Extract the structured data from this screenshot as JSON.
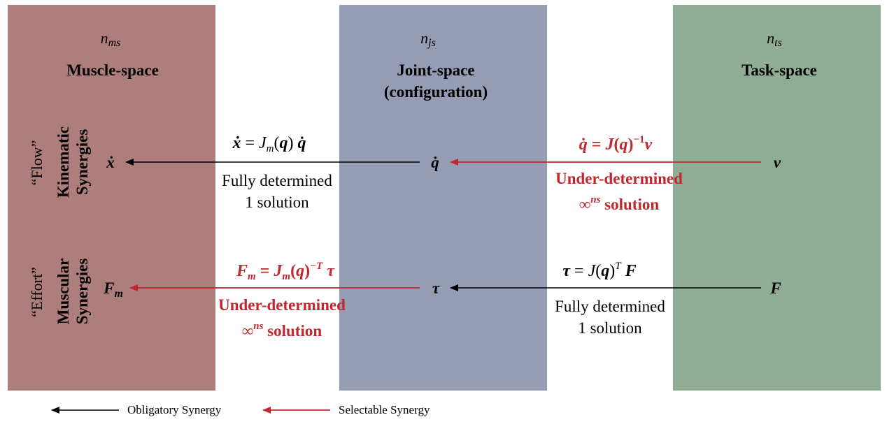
{
  "columns": {
    "muscle": {
      "dim_base": "n",
      "dim_sub": "ms",
      "heading": "Muscle-space"
    },
    "joint": {
      "dim_base": "n",
      "dim_sub": "js",
      "heading_line1": "Joint-space",
      "heading_line2": "(configuration)"
    },
    "task": {
      "dim_base": "n",
      "dim_sub": "ts",
      "heading": "Task-space"
    }
  },
  "rows": {
    "kinematic": {
      "side_quote": "“Flow”",
      "side_label_1": "Kinematic",
      "side_label_2": "Synergies",
      "muscle_symbol": "ẋ",
      "joint_symbol": "q̇",
      "task_symbol": "v",
      "left_eq_lhs": "ẋ",
      "left_eq_mid": " = ",
      "left_eq_J": "J",
      "left_eq_Jsub": "m",
      "left_eq_rest": "(",
      "left_eq_q": "q",
      "left_eq_close": ") ",
      "left_eq_qdot": "q̇",
      "left_desc_1": "Fully determined",
      "left_desc_2": "1 solution",
      "right_eq_lhs": "q̇",
      "right_eq_mid": " = ",
      "right_eq_J": "J",
      "right_eq_open": "(",
      "right_eq_q": "q",
      "right_eq_close": ")",
      "right_eq_sup": "−1",
      "right_eq_v": "v",
      "right_desc_1": "Under-determined",
      "right_desc_inf": "∞",
      "right_desc_sup": "ns",
      "right_desc_rest": " solution"
    },
    "muscular": {
      "side_quote": "“Effort”",
      "side_label_1": "Muscular",
      "side_label_2": "Synergies",
      "muscle_symbol_base": "F",
      "muscle_symbol_sub": "m",
      "joint_symbol": "τ",
      "task_symbol": "F",
      "left_eq_F": "F",
      "left_eq_Fsub": "m",
      "left_eq_mid": " = ",
      "left_eq_J": "J",
      "left_eq_Jsub": "m",
      "left_eq_open": "(",
      "left_eq_q": "q",
      "left_eq_close": ")",
      "left_eq_sup": "−T",
      "left_eq_tau": "τ",
      "left_desc_1": "Under-determined",
      "left_desc_inf": "∞",
      "left_desc_sup": "ns",
      "left_desc_rest": " solution",
      "right_eq_tau": "τ",
      "right_eq_mid": " = ",
      "right_eq_J": "J",
      "right_eq_open": "(",
      "right_eq_q": "q",
      "right_eq_close": ")",
      "right_eq_sup": "T",
      "right_eq_F": "F",
      "right_desc_1": "Fully determined",
      "right_desc_2": "1 solution"
    }
  },
  "legend": {
    "obligatory": "Obligatory Synergy",
    "selectable": "Selectable Synergy"
  },
  "colors": {
    "muscle_space": "#ae7e7d",
    "joint_space": "#959cb3",
    "task_space": "#8fad95",
    "obligatory_arrow": "#000000",
    "selectable_arrow": "#c0282d"
  }
}
